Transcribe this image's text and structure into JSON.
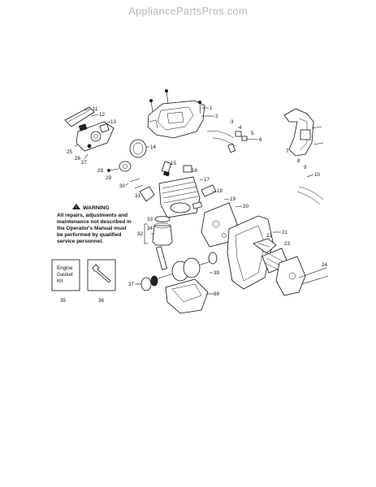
{
  "watermark": "AppliancePartsPros.com",
  "warning": {
    "title": "WARNING",
    "lines": [
      "All repairs, adjustments and",
      "maintenance not described in",
      "the Operator's Manual must",
      "be performed by qualified",
      "service personnel."
    ]
  },
  "gasket_box": {
    "lines": [
      "Engine",
      "Gasket",
      "Kit"
    ]
  },
  "callouts": {
    "c1": "1",
    "c2": "2",
    "c3": "3",
    "c4": "4",
    "c5": "5",
    "c6": "6",
    "c7": "7",
    "c8": "8",
    "c9": "9",
    "c10": "10",
    "c11": "11",
    "c12": "12",
    "c13": "13",
    "c14": "14",
    "c15": "15",
    "c16": "16",
    "c17": "17",
    "c18": "18",
    "c19": "19",
    "c20": "20",
    "c21": "21",
    "c22": "22",
    "c23": "23",
    "c24": "24",
    "c25": "25",
    "c26": "26",
    "c27": "27",
    "c28": "28",
    "c29": "29",
    "c30": "30",
    "c31": "31",
    "c32": "32",
    "c33": "33",
    "c34": "34",
    "c35": "35",
    "c36": "36",
    "c37": "37",
    "c38": "38",
    "c39": "39"
  }
}
